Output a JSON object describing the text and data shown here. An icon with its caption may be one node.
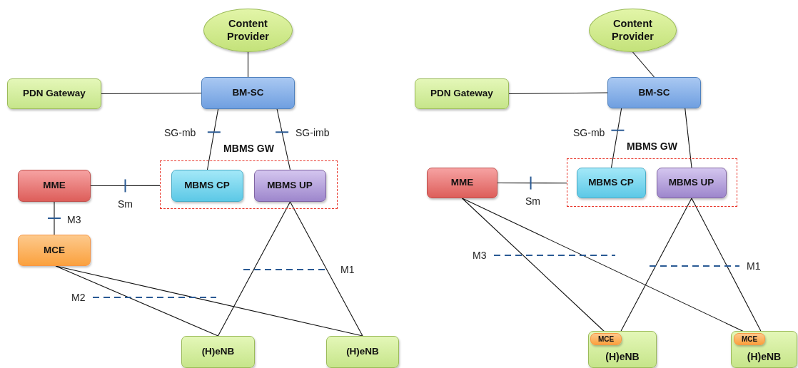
{
  "diagram": {
    "nodes": [
      {
        "text": [
          "Content Provider"
        ]
      },
      {
        "text": [
          "PDN Gateway"
        ]
      },
      {
        "text": [
          "BM-SC"
        ]
      },
      {
        "text": [
          "MBMS GW"
        ]
      },
      {
        "text": [
          "MBMS CP"
        ],
        "in": 3
      },
      {
        "text": [
          "MBMS UP"
        ],
        "in": 3
      },
      {
        "text": [
          "MME"
        ]
      },
      {
        "text": [
          "MCE"
        ]
      },
      {
        "text": [
          "(H)eNB"
        ]
      },
      {
        "text": [
          "(H)eNB"
        ]
      },
      {
        "text": [
          "Content Provider"
        ]
      },
      {
        "text": [
          "PDN Gateway"
        ]
      },
      {
        "text": [
          "BM-SC"
        ]
      },
      {
        "text": [
          "MBMS GW"
        ]
      },
      {
        "text": [
          "MBMS CP"
        ],
        "in": 13
      },
      {
        "text": [
          "MBMS UP"
        ],
        "in": 13
      },
      {
        "text": [
          "MME"
        ]
      },
      {
        "text": [
          "(H)eNB"
        ]
      },
      {
        "text": [
          "MCE"
        ],
        "in": 17
      },
      {
        "text": [
          "(H)eNB"
        ]
      },
      {
        "text": [
          "MCE"
        ],
        "in": 19
      }
    ],
    "edges": [
      {
        "from": 0,
        "to": 2,
        "arrow": "none"
      },
      {
        "from": 1,
        "to": 2,
        "arrow": "none"
      },
      {
        "from": 2,
        "to": 4,
        "arrow": "none",
        "label": "SG-mb"
      },
      {
        "from": 2,
        "to": 5,
        "arrow": "none",
        "label": "SG-imb"
      },
      {
        "from": 6,
        "to": 3,
        "arrow": "none",
        "label": "Sm"
      },
      {
        "from": 6,
        "to": 7,
        "arrow": "none",
        "label": "M3"
      },
      {
        "from": 7,
        "to": 8,
        "arrow": "none"
      },
      {
        "from": 7,
        "to": 9,
        "arrow": "none"
      },
      {
        "from": 5,
        "to": 8,
        "arrow": "none"
      },
      {
        "from": 5,
        "to": 9,
        "arrow": "none"
      },
      {
        "from": 10,
        "to": 12,
        "arrow": "none"
      },
      {
        "from": 11,
        "to": 12,
        "arrow": "none"
      },
      {
        "from": 12,
        "to": 14,
        "arrow": "none",
        "label": "SG-mb"
      },
      {
        "from": 12,
        "to": 15,
        "arrow": "none"
      },
      {
        "from": 16,
        "to": 13,
        "arrow": "none",
        "label": "Sm"
      },
      {
        "from": 16,
        "to": 18,
        "arrow": "none"
      },
      {
        "from": 16,
        "to": 20,
        "arrow": "none"
      },
      {
        "from": 15,
        "to": 17,
        "arrow": "none"
      },
      {
        "from": 15,
        "to": 19,
        "arrow": "none"
      }
    ],
    "labels": [
      "M1",
      "M2",
      "M3",
      "M1"
    ]
  }
}
